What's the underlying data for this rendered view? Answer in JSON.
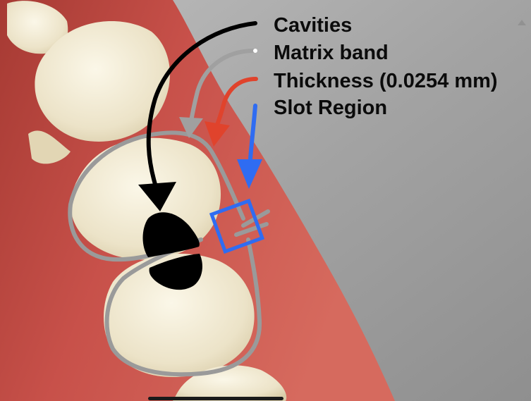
{
  "labels": {
    "cavities": "Cavities",
    "matrix_band": "Matrix band",
    "thickness": "Thickness (0.0254 mm)",
    "slot_region": "Slot Region"
  },
  "colors": {
    "cavities": "#000000",
    "matrix_band": "#9a9a9a",
    "thickness": "#e0432c",
    "slot_region": "#2f6cf2",
    "gum": "#c24a40",
    "tooth": "#efe8d2",
    "background": "#9c9c9c"
  }
}
